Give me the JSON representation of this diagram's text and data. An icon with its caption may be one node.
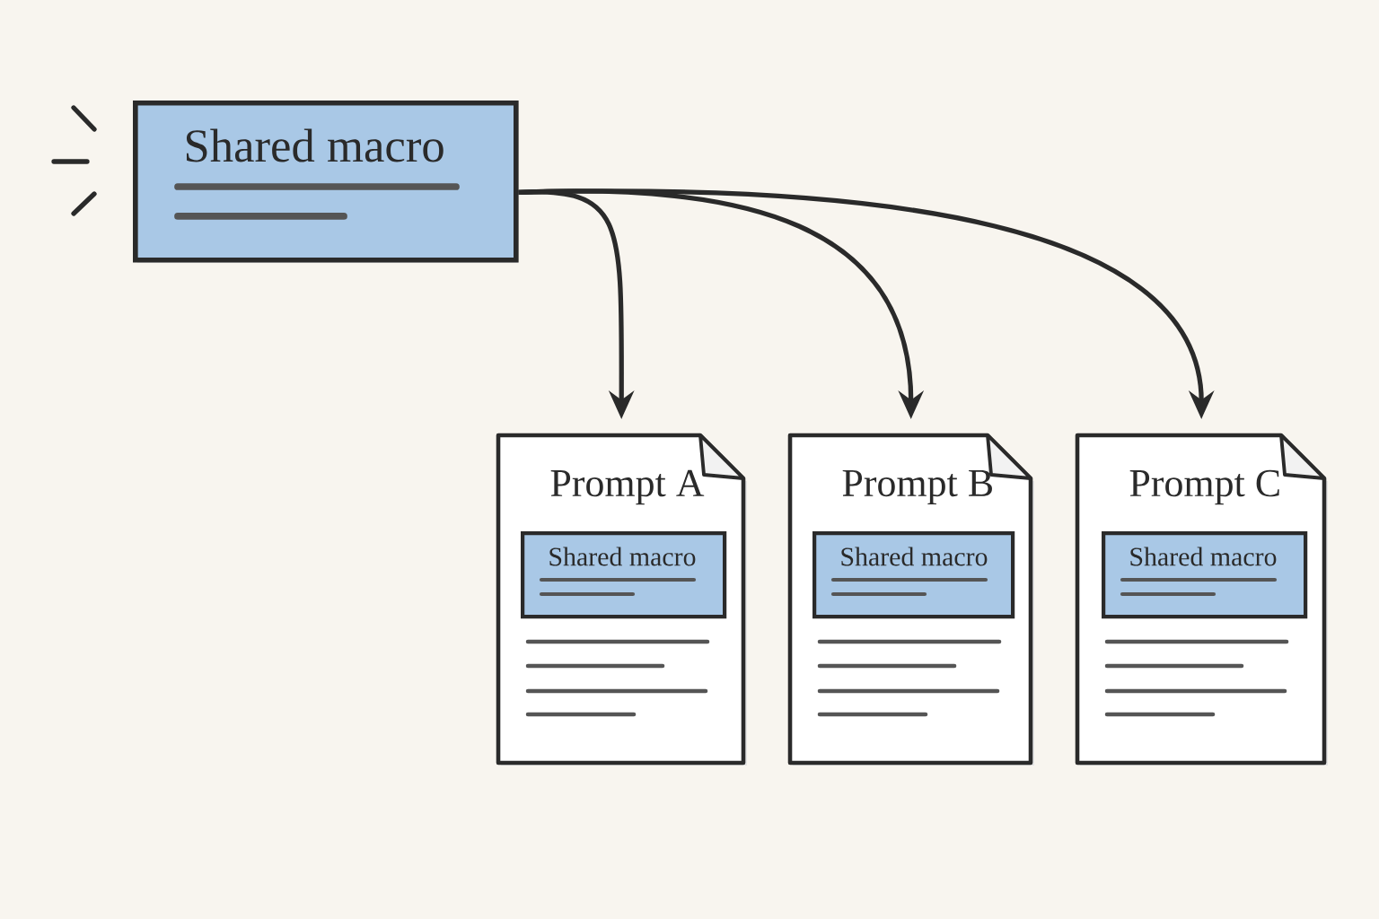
{
  "diagram": {
    "nodes": [
      {
        "text": [
          "Shared macro"
        ]
      },
      {
        "text": [
          "Prompt A"
        ]
      },
      {
        "text": [
          "Shared macro"
        ],
        "in": 1
      },
      {
        "text": [
          "Prompt B"
        ]
      },
      {
        "text": [
          "Shared macro"
        ],
        "in": 3
      },
      {
        "text": [
          "Prompt C"
        ]
      },
      {
        "text": [
          "Shared macro"
        ],
        "in": 5
      }
    ],
    "edges": [
      {
        "from": 0,
        "to": 1,
        "arrow": "to"
      },
      {
        "from": 0,
        "to": 3,
        "arrow": "to"
      },
      {
        "from": 0,
        "to": 5,
        "arrow": "to"
      }
    ]
  }
}
